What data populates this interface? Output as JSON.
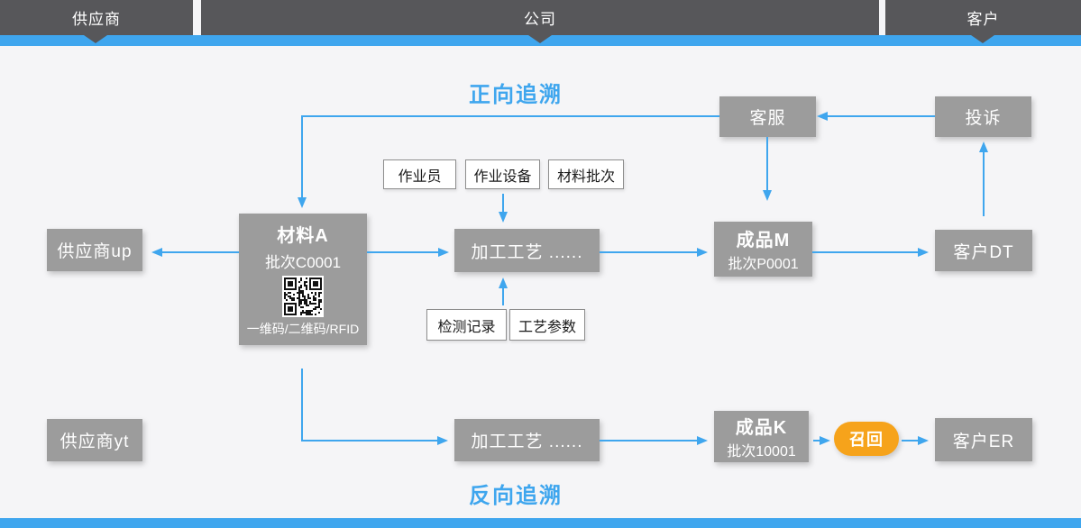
{
  "colors": {
    "blue": "#3fa6ee",
    "dark_bar": "#57575a",
    "node_gray": "#9c9c9c",
    "recall_orange": "#f6a31b",
    "background": "#f5f5f7"
  },
  "top_bar": {
    "segments": [
      "供应商",
      "公司",
      "客户"
    ]
  },
  "titles": {
    "forward": "正向追溯",
    "backward": "反向追溯"
  },
  "top_flow": {
    "customer_service": "客服",
    "complaint": "投诉"
  },
  "middle_row": {
    "supplier_up": "供应商up",
    "material": {
      "name": "材料A",
      "batch": "批次C0001",
      "codes": "一维码/二维码/RFID"
    },
    "process": "加工工艺  ......",
    "product": {
      "name": "成品M",
      "batch": "批次P0001"
    },
    "customer": "客户DT"
  },
  "process_inputs_top": [
    "作业员",
    "作业设备",
    "材料批次"
  ],
  "process_inputs_bottom": [
    "检测记录",
    "工艺参数"
  ],
  "bottom_row": {
    "supplier_yt": "供应商yt",
    "process": "加工工艺  ......",
    "product": {
      "name": "成品K",
      "batch": "批次10001"
    },
    "recall": "召回",
    "customer": "客户ER"
  }
}
